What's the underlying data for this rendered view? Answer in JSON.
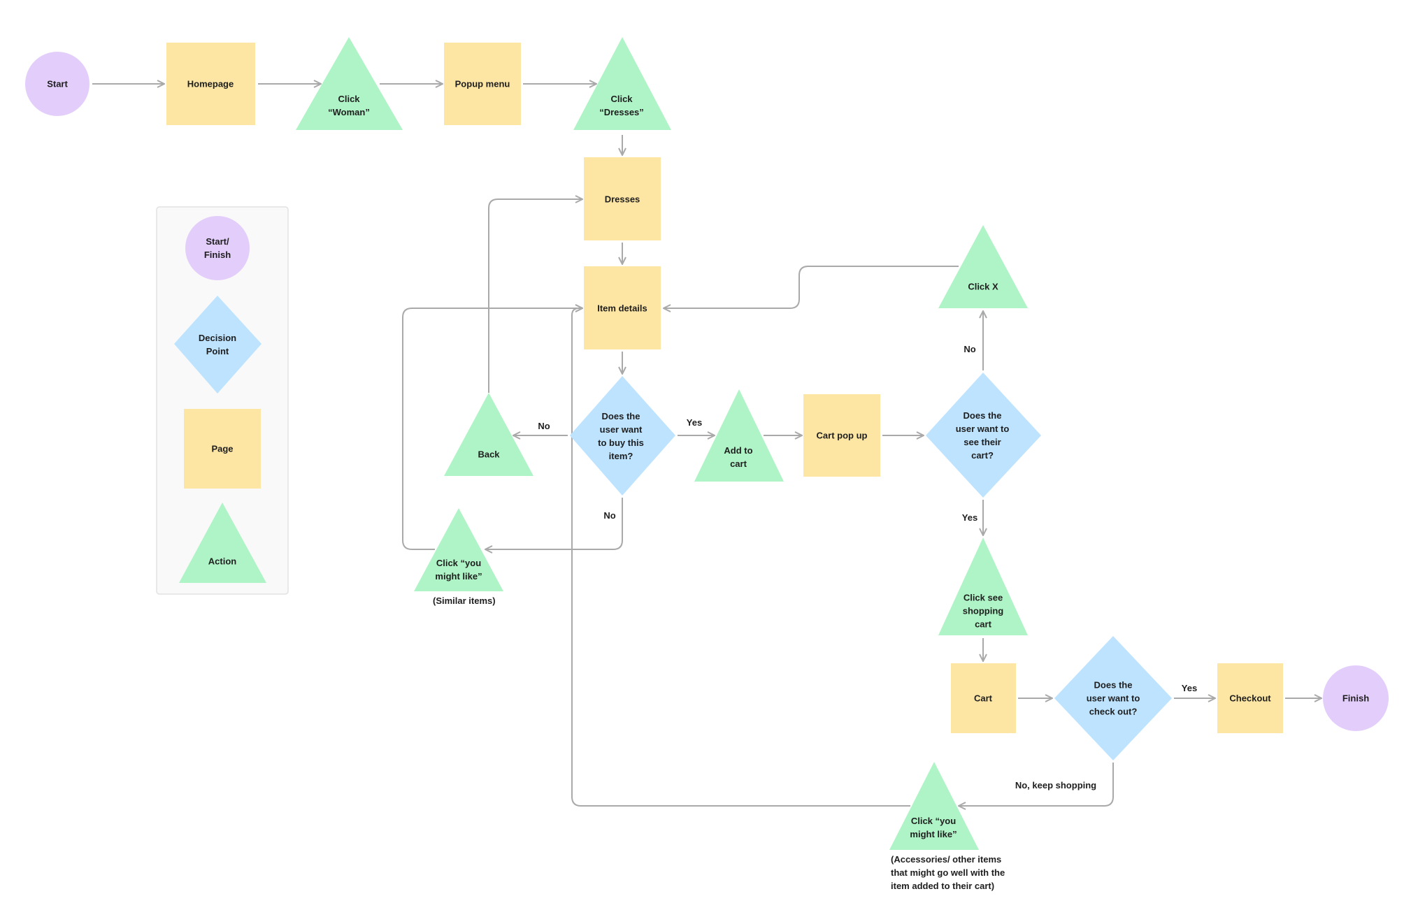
{
  "colors": {
    "terminal": "#e3cdfb",
    "page": "#fde6a3",
    "action": "#aff4c6",
    "decision": "#bde3ff",
    "connector": "#a9a9a9",
    "legend_bg": "#f9f9f9",
    "legend_border": "#e2e2e2",
    "text": "#1e1e1e"
  },
  "legend": {
    "terminal": [
      "Start/",
      "Finish"
    ],
    "decision": [
      "Decision",
      "Point"
    ],
    "page": [
      "Page"
    ],
    "action": [
      "Action"
    ]
  },
  "nodes": {
    "start": [
      "Start"
    ],
    "homepage": [
      "Homepage"
    ],
    "click_woman": [
      "Click",
      "“Woman”"
    ],
    "popup_menu": [
      "Popup menu"
    ],
    "click_dresses": [
      "Click",
      "“Dresses”"
    ],
    "dresses": [
      "Dresses"
    ],
    "item_details": [
      "Item details"
    ],
    "buy_decision": [
      "Does the",
      "user want",
      "to buy this",
      "item?"
    ],
    "back": [
      "Back"
    ],
    "add_to_cart": [
      "Add to",
      "cart"
    ],
    "cart_popup": [
      "Cart pop up"
    ],
    "see_cart_decision": [
      "Does the",
      "user want to",
      "see their",
      "cart?"
    ],
    "click_x": [
      "Click X"
    ],
    "click_you_might_like_1": [
      "Click “you",
      "might like”"
    ],
    "click_see_cart": [
      "Click see",
      "shopping",
      "cart"
    ],
    "cart": [
      "Cart"
    ],
    "checkout_decision": [
      "Does the",
      "user want to",
      "check out?"
    ],
    "checkout": [
      "Checkout"
    ],
    "finish": [
      "Finish"
    ],
    "click_you_might_like_2": [
      "Click “you",
      "might like”"
    ]
  },
  "edge_labels": {
    "buy_no_back": "No",
    "buy_yes": "Yes",
    "buy_no_similar": "No",
    "see_cart_no": "No",
    "see_cart_yes": "Yes",
    "checkout_yes": "Yes",
    "checkout_no": "No, keep shopping"
  },
  "notes": {
    "similar_items": [
      "(Similar items)"
    ],
    "accessories": [
      "(Accessories/ other items",
      "that might go well with the",
      "item added to their cart)"
    ]
  }
}
